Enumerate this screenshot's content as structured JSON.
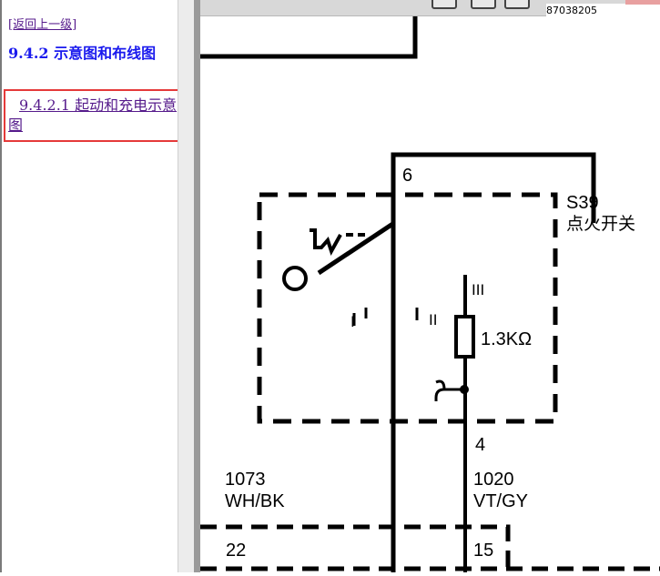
{
  "nav": {
    "back_link": "[返回上一级]",
    "section_title": "9.4.2 示意图和布线图",
    "current_item": "9.4.2.1 起动和充电示意图"
  },
  "header": {
    "doc_id": "87038205"
  },
  "diagram": {
    "component_id": "S39",
    "component_name": "点火开关",
    "pin_top": "6",
    "pin_bottom": "4",
    "position_1": "I",
    "position_2": "II",
    "position_3": "III",
    "resistor_value": "1.3KΩ",
    "wire_left_number": "1073",
    "wire_left_color": "WH/BK",
    "wire_right_number": "1020",
    "wire_right_color": "VT/GY",
    "connector_left_pin": "22",
    "connector_right_pin": "15"
  }
}
